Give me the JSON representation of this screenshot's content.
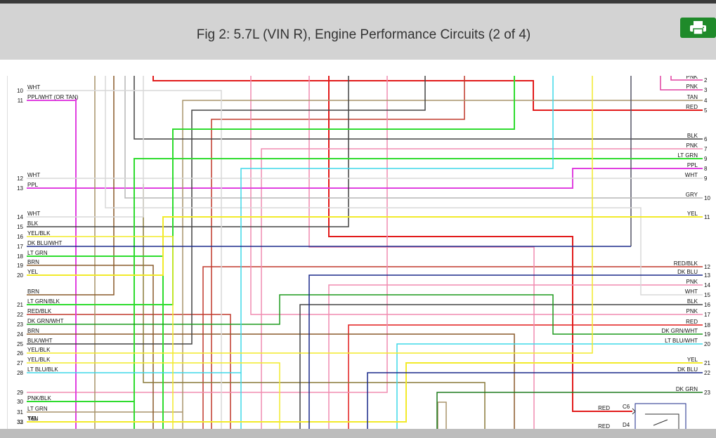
{
  "header": {
    "title": "Fig 2: 5.7L (VIN R), Engine Performance Circuits (2 of 4)",
    "print_icon": "printer-icon",
    "accent_color": "#1f8a2a"
  },
  "left_pins": [
    {
      "num": "10",
      "label": "WHT"
    },
    {
      "num": "11",
      "label": "PPL/WHT (OR TAN)"
    },
    {
      "num": "12",
      "label": "WHT"
    },
    {
      "num": "13",
      "label": "PPL"
    },
    {
      "num": "14",
      "label": "WHT"
    },
    {
      "num": "15",
      "label": "BLK"
    },
    {
      "num": "16",
      "label": "YEL/BLK"
    },
    {
      "num": "17",
      "label": "DK BLU/WHT"
    },
    {
      "num": "18",
      "label": "LT GRN"
    },
    {
      "num": "19",
      "label": "BRN"
    },
    {
      "num": "20",
      "label": "YEL"
    },
    {
      "num": "",
      "label": "BRN"
    },
    {
      "num": "21",
      "label": "LT GRN/BLK"
    },
    {
      "num": "22",
      "label": "RED/BLK"
    },
    {
      "num": "23",
      "label": "DK GRN/WHT"
    },
    {
      "num": "24",
      "label": "BRN"
    },
    {
      "num": "25",
      "label": "BLK/WHT"
    },
    {
      "num": "26",
      "label": "YEL/BLK"
    },
    {
      "num": "27",
      "label": "YEL/BLK"
    },
    {
      "num": "28",
      "label": "LT BLU/BLK"
    },
    {
      "num": "29",
      "label": ""
    },
    {
      "num": "30",
      "label": "PNK/BLK"
    },
    {
      "num": "31",
      "label": "LT GRN"
    },
    {
      "num": "32",
      "label": "TAN"
    },
    {
      "num": "33",
      "label": "YEL"
    }
  ],
  "right_pins": [
    {
      "num": "2",
      "label": "PNK"
    },
    {
      "num": "3",
      "label": "PNK"
    },
    {
      "num": "4",
      "label": "TAN"
    },
    {
      "num": "5",
      "label": "RED"
    },
    {
      "num": "6",
      "label": "BLK"
    },
    {
      "num": "7",
      "label": "PNK"
    },
    {
      "num": "9",
      "label": "LT GRN"
    },
    {
      "num": "8",
      "label": "PPL"
    },
    {
      "num": "9",
      "label": "WHT"
    },
    {
      "num": "10",
      "label": "GRY"
    },
    {
      "num": "11",
      "label": "YEL"
    },
    {
      "num": "12",
      "label": "RED/BLK"
    },
    {
      "num": "13",
      "label": "DK BLU"
    },
    {
      "num": "14",
      "label": "PNK"
    },
    {
      "num": "15",
      "label": "WHT"
    },
    {
      "num": "16",
      "label": "BLK"
    },
    {
      "num": "17",
      "label": "PNK"
    },
    {
      "num": "18",
      "label": "RED"
    },
    {
      "num": "19",
      "label": "DK GRN/WHT"
    },
    {
      "num": "20",
      "label": "LT BLU/WHT"
    },
    {
      "num": "21",
      "label": "YEL"
    },
    {
      "num": "22",
      "label": "DK BLU"
    },
    {
      "num": "23",
      "label": "DK GRN"
    }
  ],
  "component": {
    "pins": [
      {
        "label": "RED",
        "pin": "C6"
      },
      {
        "label": "RED",
        "pin": "D4"
      }
    ]
  },
  "wire_colors": {
    "red": "#e21b1b",
    "pink": "#f08cb0",
    "magenta": "#e040e0",
    "tan": "#a8936a",
    "brown": "#8a5a2a",
    "black": "#333333",
    "green": "#2edc2e",
    "cyan": "#3fd8e8",
    "yellow": "#f2ea2a",
    "white": "#d8d8d8",
    "gray": "#b5b5b5",
    "dkblue": "#1a2a8a",
    "dkgreen": "#1c7a1c"
  }
}
